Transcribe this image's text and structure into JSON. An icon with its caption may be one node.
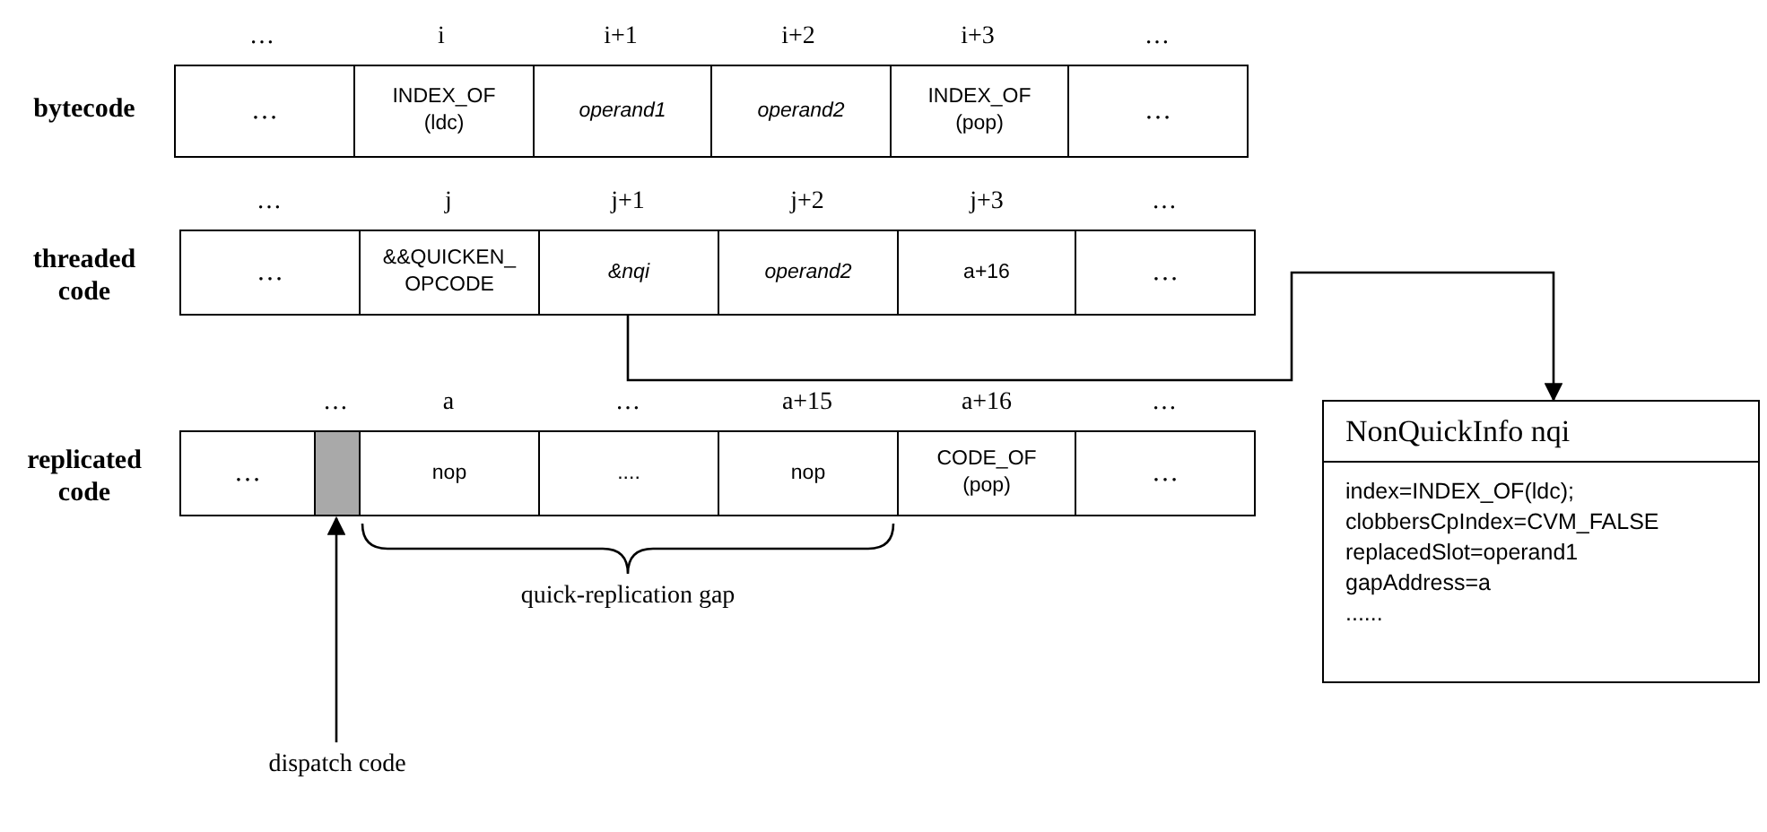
{
  "diagram": {
    "nodes": [
      {
        "text": [
          "…"
        ]
      },
      {
        "text": [
          "INDEX_OF",
          "(ldc)"
        ]
      },
      {
        "text": [
          "*operand1*"
        ]
      },
      {
        "text": [
          "*operand2*"
        ]
      },
      {
        "text": [
          "INDEX_OF",
          "(pop)"
        ]
      },
      {
        "text": [
          "…"
        ]
      },
      {
        "text": [
          "…"
        ]
      },
      {
        "text": [
          "&&QUICKEN_",
          "OPCODE"
        ]
      },
      {
        "text": [
          "*&nqi*"
        ]
      },
      {
        "text": [
          "*operand2*"
        ]
      },
      {
        "text": [
          "a+16"
        ]
      },
      {
        "text": [
          "…"
        ]
      },
      {
        "text": [
          "…"
        ]
      },
      {
        "text": [],
        "shape": "box"
      },
      {
        "text": [
          "nop"
        ]
      },
      {
        "text": [
          "...."
        ]
      },
      {
        "text": [
          "nop"
        ]
      },
      {
        "text": [
          "CODE_OF",
          "(pop)"
        ]
      },
      {
        "text": [
          "…"
        ]
      },
      {
        "text": [
          "NonQuickInfo nqi",
          "index=INDEX_OF(ldc);",
          "clobbersCpIndex=CVM_FALSE",
          "replacedSlot=operand1",
          "gapAddress=a",
          "......"
        ]
      },
      {
        "text": [
          "dispatch code"
        ]
      }
    ],
    "edges": [
      {
        "from": 8,
        "to": 19,
        "arrow": "to"
      },
      {
        "from": 20,
        "to": 13,
        "arrow": "to"
      }
    ],
    "labels": [
      "…",
      "i",
      "i+1",
      "i+2",
      "i+3",
      "…",
      "bytecode",
      "…",
      "j",
      "j+1",
      "j+2",
      "j+3",
      "…",
      "threaded code",
      "…",
      "a",
      "…",
      "a+15",
      "a+16",
      "…",
      "replicated code",
      "quick-replication gap"
    ]
  }
}
